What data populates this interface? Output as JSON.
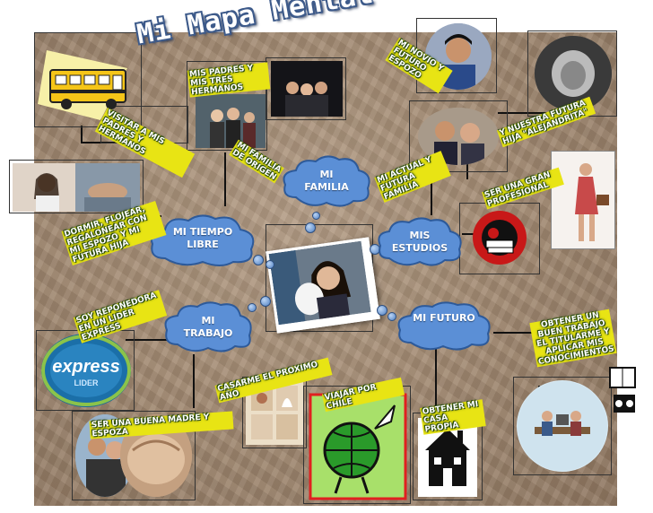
{
  "title": "Mi Mapa Mental",
  "center": {
    "name": "center-photo"
  },
  "nodes": {
    "familia": "MI FAMILIA",
    "tiempo_libre": "MI TIEMPO LIBRE",
    "estudios": "MIS ESTUDIOS",
    "trabajo": "MI TRABAJO",
    "futuro": "MI FUTURO"
  },
  "labels": {
    "visitar": "VISITAR A MIS PADRES Y HERMANOS",
    "padres": "MIS PADRES Y MIS TRES HERMANOS",
    "familia_origen": "MI FAMILIA DE ORIGEN",
    "novio": "MI NOVIO Y FUTURO ESPOZO",
    "hija": "Y NUESTRA FUTURA HIJA \"ALEJANDRITA\"",
    "actual": "MI ACTUAL Y FUTURA FAMILIA",
    "dormir": "DORMIR, FLOJEAR, REGALONEAR CON MI ESPOZO Y MI FUTURA HIJA",
    "profesional": "SER UNA GRAN PROFESIONAL",
    "reponedora": "SOY REPONEDORA EN UN LIDER EXPRESS",
    "titularme": "OBTENER UN BUEN TRABAJO EL TITULARME Y APLICAR MIS CONOCIMIENTOS",
    "casarme": "CASARME EL PROXIMO AÑO",
    "viajar": "VIAJAR POR CHILE",
    "casa": "OBTENER MI CASA PROPIA",
    "madre": "SER UNA BUENA MADRE Y ESPOZA"
  },
  "logo": {
    "brand": "express",
    "sub": "LIDER"
  },
  "colors": {
    "cloud": "#5b8fd6",
    "label_bg": "#e8e414",
    "title": "#ffffff",
    "title_outline": "#3d5a8a"
  }
}
